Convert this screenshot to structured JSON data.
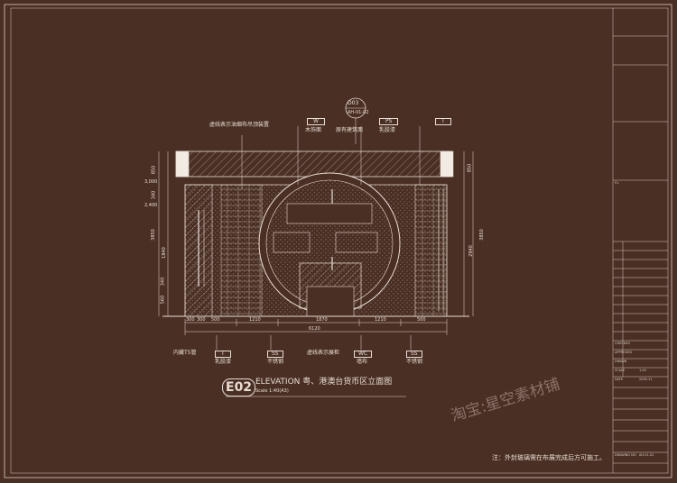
{
  "drawing": {
    "callouts_top": [
      {
        "text": "虚线表示油烟布吊顶装置",
        "code": "",
        "value": ""
      },
      {
        "text": "木饰面",
        "code": "W",
        "value": ""
      },
      {
        "text": "原有建筑面",
        "code": "PS",
        "value": ""
      },
      {
        "text": "乳胶漆",
        "code": "",
        "value": ""
      },
      {
        "text": "",
        "code": "T",
        "value": ""
      }
    ],
    "section_marker": {
      "code": "D03",
      "sub": "AH-01-02"
    },
    "side_dims_left": [
      "850",
      "3,000",
      "340",
      "2,400",
      "3850",
      "1840",
      "340",
      "560"
    ],
    "side_dims_right": [
      "850",
      "3850",
      "2940"
    ],
    "bottom_dims": [
      "300",
      "300",
      "500",
      "1210",
      "1870",
      "1210",
      "500",
      "6120"
    ],
    "callouts_bottom": [
      {
        "text": "内藏T5管",
        "code": "",
        "value": ""
      },
      {
        "text": "乳胶漆",
        "code": "T",
        "value": ""
      },
      {
        "text": "不锈钢",
        "code": "SS",
        "value": ""
      },
      {
        "text": "虚线表示展柜",
        "code": "",
        "value": ""
      },
      {
        "text": "墙布",
        "code": "WC",
        "value": ""
      },
      {
        "text": "不锈钢",
        "code": "SS",
        "value": ""
      }
    ],
    "title": {
      "code": "E02",
      "main": "ELEVATION 粤、港澳台货币区立面图",
      "scale": "Scale 1:40(A3)"
    },
    "note": "注：外封玻璃需在布展完成后方可施工。",
    "watermark": "淘宝:星空素材铺"
  },
  "title_block": {
    "rows": [
      "P.L",
      "CHECKED",
      "APPROVED",
      "DRAWN",
      "SCALE",
      "1:40",
      "DATE",
      "2009.11",
      "DRAWING NO.",
      "AH-01-02"
    ]
  }
}
